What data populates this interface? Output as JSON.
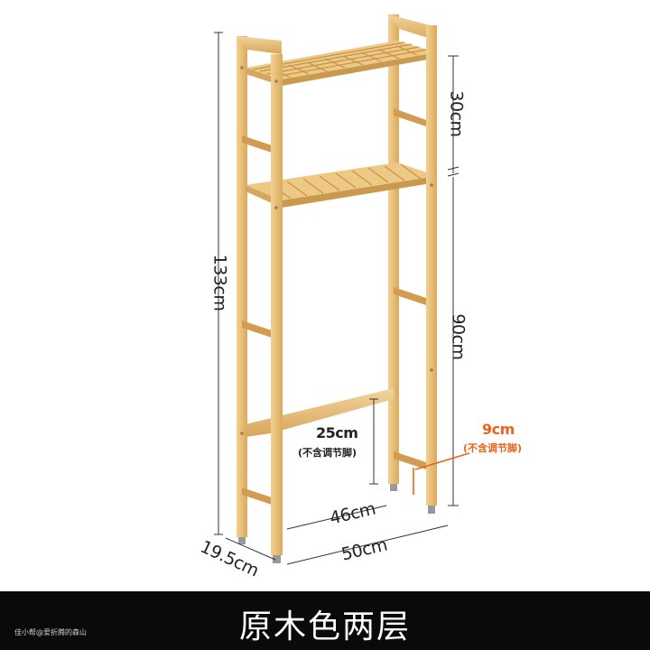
{
  "dimensions": {
    "total_height": "133cm",
    "shelf_gap": "30cm",
    "leg_height": "90cm",
    "crossbar_height": "25cm",
    "crossbar_note": "(不含调节脚)",
    "foot_height": "9cm",
    "foot_note": "(不含调节脚)",
    "inner_width": "46cm",
    "outer_width": "50cm",
    "depth": "19.5cm"
  },
  "banner": {
    "title": "原木色两层",
    "watermark": "佳小帮@爱折腾的森山"
  },
  "colors": {
    "wood": "#e8c07a",
    "wood_dark": "#c99a4e",
    "accent": "#e8651a",
    "banner_bg": "#0a0a0a"
  }
}
